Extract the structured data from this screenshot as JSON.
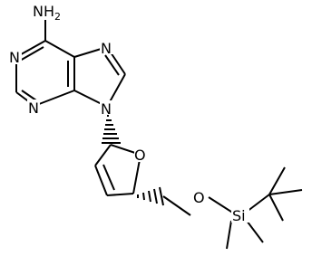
{
  "molecule": {
    "atoms": {
      "amine": {
        "label": "NH",
        "sub": "2"
      },
      "n1": "N",
      "n3": "N",
      "n7": "N",
      "n9": "N",
      "ring_o": "O",
      "ether_o": "O",
      "si": "Si"
    }
  }
}
